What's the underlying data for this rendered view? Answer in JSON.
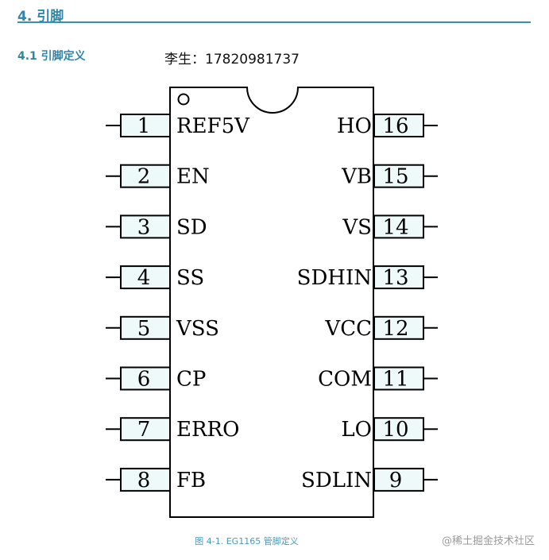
{
  "section": {
    "title": "4. 引脚"
  },
  "subsection": {
    "title": "4.1 引脚定义"
  },
  "contact_note": "李生：17820981737",
  "figure": {
    "caption": "图 4-1. EG1165 管脚定义"
  },
  "watermark": "@稀土掘金技术社区",
  "colors": {
    "heading": "#2e86a8",
    "pin_fill": "#eefafa",
    "stroke": "#000000"
  },
  "pins_left": [
    {
      "number": "1",
      "name": "REF5V"
    },
    {
      "number": "2",
      "name": "EN"
    },
    {
      "number": "3",
      "name": "SD"
    },
    {
      "number": "4",
      "name": "SS"
    },
    {
      "number": "5",
      "name": "VSS"
    },
    {
      "number": "6",
      "name": "CP"
    },
    {
      "number": "7",
      "name": "ERRO"
    },
    {
      "number": "8",
      "name": "FB"
    }
  ],
  "pins_right": [
    {
      "number": "16",
      "name": "HO"
    },
    {
      "number": "15",
      "name": "VB"
    },
    {
      "number": "14",
      "name": "VS"
    },
    {
      "number": "13",
      "name": "SDHIN"
    },
    {
      "number": "12",
      "name": "VCC"
    },
    {
      "number": "11",
      "name": "COM"
    },
    {
      "number": "10",
      "name": "LO"
    },
    {
      "number": "9",
      "name": "SDLIN"
    }
  ]
}
